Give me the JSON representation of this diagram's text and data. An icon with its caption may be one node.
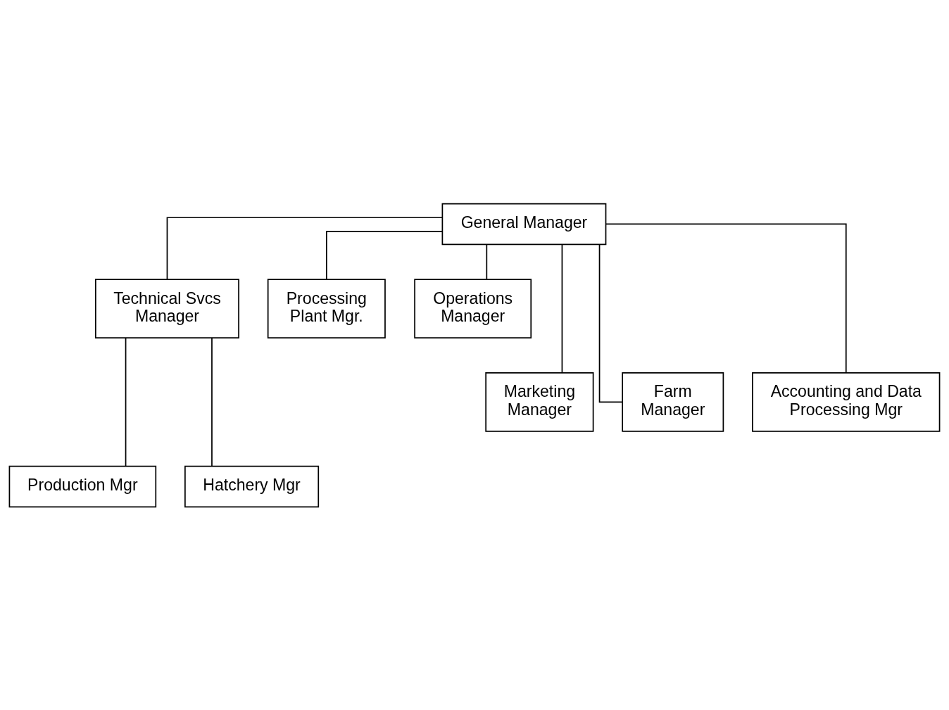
{
  "diagram": {
    "nodes": [
      {
        "text": [
          "General Manager"
        ]
      },
      {
        "text": [
          "Technical Svcs Manager"
        ]
      },
      {
        "text": [
          "Processing Plant Mgr."
        ]
      },
      {
        "text": [
          "Operations Manager"
        ]
      },
      {
        "text": [
          "Marketing Manager"
        ]
      },
      {
        "text": [
          "Farm Manager"
        ]
      },
      {
        "text": [
          "Accounting and Data Processing Mgr"
        ]
      },
      {
        "text": [
          "Production Mgr"
        ]
      },
      {
        "text": [
          "Hatchery Mgr"
        ]
      }
    ],
    "edges": [
      {
        "from": 0,
        "to": 1,
        "arrow": "none"
      },
      {
        "from": 0,
        "to": 2,
        "arrow": "none"
      },
      {
        "from": 0,
        "to": 3,
        "arrow": "none"
      },
      {
        "from": 0,
        "to": 4,
        "arrow": "none"
      },
      {
        "from": 0,
        "to": 5,
        "arrow": "none"
      },
      {
        "from": 0,
        "to": 6,
        "arrow": "none"
      },
      {
        "from": 1,
        "to": 7,
        "arrow": "none"
      },
      {
        "from": 1,
        "to": 8,
        "arrow": "none"
      }
    ]
  }
}
